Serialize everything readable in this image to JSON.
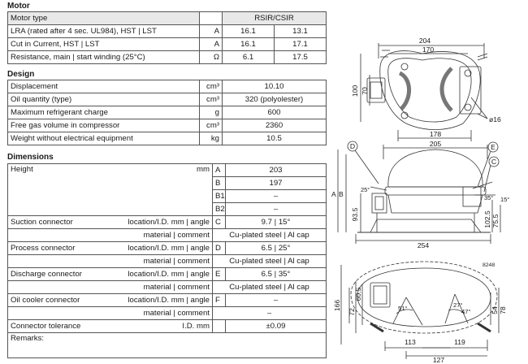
{
  "motor": {
    "title": "Motor",
    "type_label": "Motor type",
    "type_value": "RSIR/CSIR",
    "rows": [
      {
        "label": "LRA (rated after 4 sec. UL984), HST | LST",
        "unit": "A",
        "v1": "16.1",
        "v2": "13.1"
      },
      {
        "label": "Cut in Current, HST | LST",
        "unit": "A",
        "v1": "16.1",
        "v2": "17.1"
      },
      {
        "label": "Resistance, main | start winding (25°C)",
        "unit": "Ω",
        "v1": "6.1",
        "v2": "17.5"
      }
    ]
  },
  "design": {
    "title": "Design",
    "rows": [
      {
        "label": "Displacement",
        "unit": "cm³",
        "value": "10.10"
      },
      {
        "label": "Oil quantity (type)",
        "unit": "cm³",
        "value": "320 (polyolester)"
      },
      {
        "label": "Maximum refrigerant charge",
        "unit": "g",
        "value": "600"
      },
      {
        "label": "Free gas volume in compressor",
        "unit": "cm³",
        "value": "2360"
      },
      {
        "label": "Weight without electrical equipment",
        "unit": "kg",
        "value": "10.5"
      }
    ]
  },
  "dimensions": {
    "title": "Dimensions",
    "height_label": "Height",
    "height_unit": "mm",
    "heights": [
      {
        "code": "A",
        "value": "203"
      },
      {
        "code": "B",
        "value": "197"
      },
      {
        "code": "B1",
        "value": "–"
      },
      {
        "code": "B2",
        "value": "–"
      }
    ],
    "connectors": [
      {
        "name": "Suction connector",
        "loc_label": "location/I.D. mm | angle",
        "code": "C",
        "value": "9.7 | 15°",
        "mat_label": "material | comment",
        "mat_value": "Cu-plated steel | Al cap"
      },
      {
        "name": "Process connector",
        "loc_label": "location/I.D. mm | angle",
        "code": "D",
        "value": "6.5 | 25°",
        "mat_label": "material | comment",
        "mat_value": "Cu-plated steel | Al cap"
      },
      {
        "name": "Discharge connector",
        "loc_label": "location/I.D. mm | angle",
        "code": "E",
        "value": "6.5 | 35°",
        "mat_label": "material | comment",
        "mat_value": "Cu-plated steel | Al cap"
      },
      {
        "name": "Oil cooler connector",
        "loc_label": "location/I.D. mm | angle",
        "code": "F",
        "value": "–",
        "mat_label": "material | comment",
        "mat_value": "–"
      }
    ],
    "tolerance_label": "Connector tolerance",
    "tolerance_unit": "I.D. mm",
    "tolerance_value": "±0.09",
    "remarks_label": "Remarks:"
  },
  "drawing": {
    "top": {
      "d204": "204",
      "d170": "170",
      "d100": "100",
      "d70": "70",
      "d178": "178",
      "hole": "ø16"
    },
    "side": {
      "label_d": "D",
      "label_e": "E",
      "label_c": "C",
      "d205": "205",
      "a": "A",
      "b": "B",
      "d93": "93.5",
      "d102": "102.5",
      "d75": "75.5",
      "d254": "254",
      "ang25": "25°",
      "ang35": "35°",
      "ang15": "15°"
    },
    "bottom": {
      "ref": "8248",
      "d166": "166",
      "d60": "60.5",
      "d72": "72",
      "d54": "54",
      "d78": "78",
      "ang51": "51°",
      "ang27": "27°",
      "ang47": "47°",
      "d113": "113",
      "d119": "119",
      "d127": "127"
    }
  }
}
